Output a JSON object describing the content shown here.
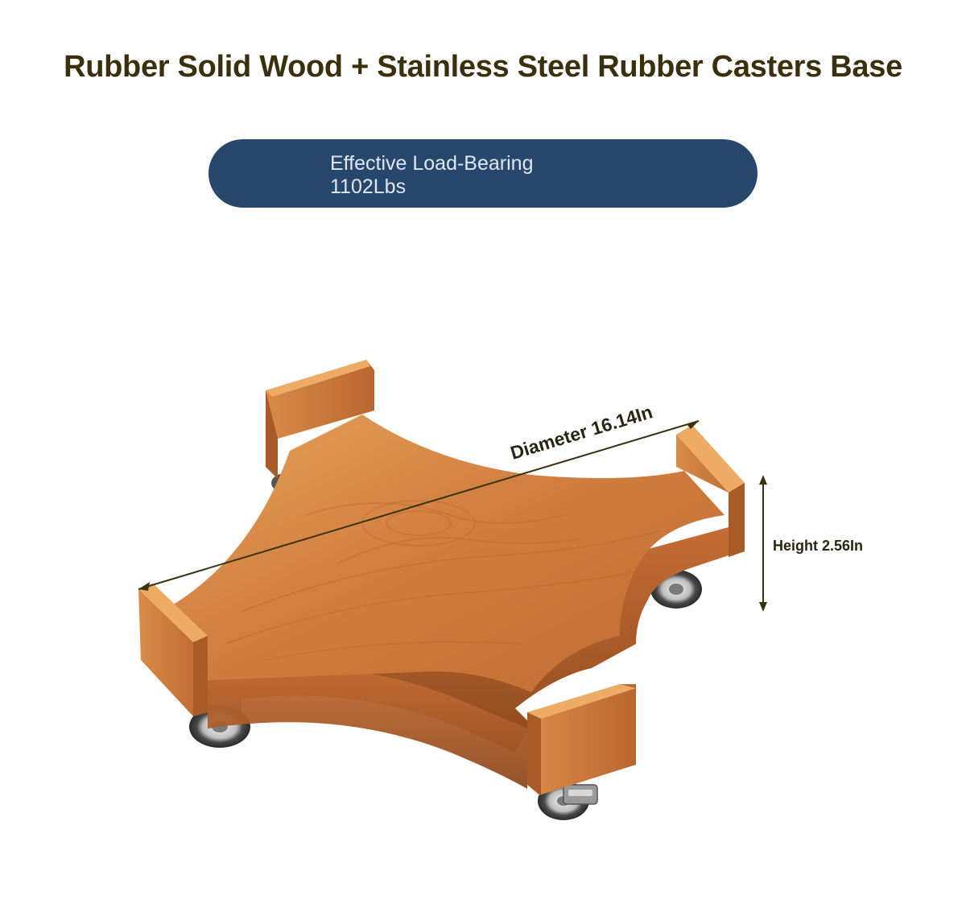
{
  "title": "Rubber Solid Wood + Stainless Steel Rubber Casters Base",
  "badge": {
    "line1": "Effective Load-Bearing",
    "line2": "1102Lbs"
  },
  "dimensions": {
    "diameter_label": "Diameter 16.14In",
    "height_label": "Height 2.56In"
  },
  "colors": {
    "title": "#3b300e",
    "badge_bg": "#27476c",
    "badge_text": "#dfe7f2",
    "dimension_line": "#3a3312",
    "wood_light": "#e0944c",
    "wood_mid": "#c9743a",
    "wood_dark": "#9a5224"
  }
}
